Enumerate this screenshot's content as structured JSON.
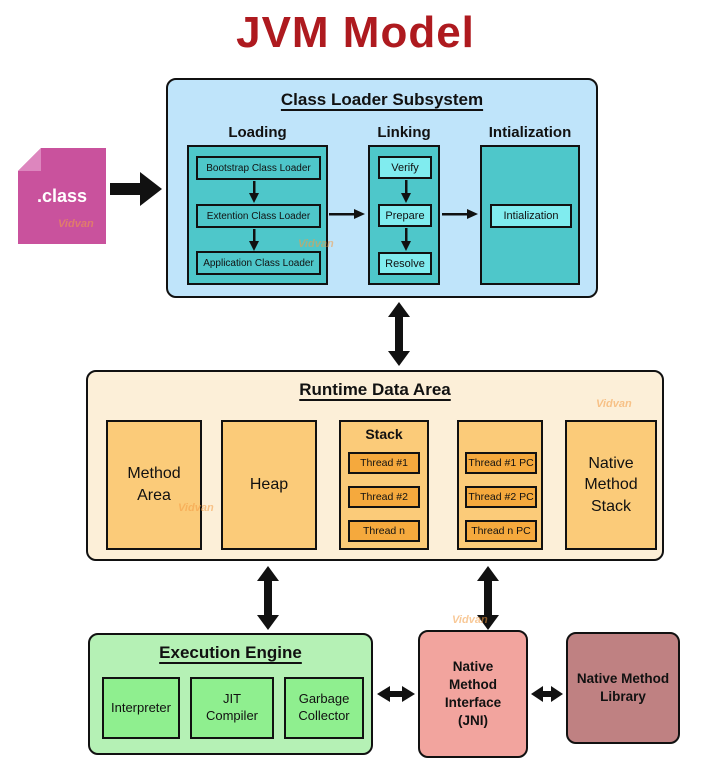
{
  "page": {
    "title": "JVM Model"
  },
  "class_file": {
    "label": ".class"
  },
  "class_loader": {
    "title": "Class Loader Subsystem",
    "loading": {
      "label": "Loading",
      "items": [
        "Bootstrap Class Loader",
        "Extention Class Loader",
        "Application Class Loader"
      ]
    },
    "linking": {
      "label": "Linking",
      "items": [
        "Verify",
        "Prepare",
        "Resolve"
      ]
    },
    "initialization": {
      "label": "Intialization",
      "items": [
        "Intialization"
      ]
    }
  },
  "runtime_data_area": {
    "title": "Runtime Data Area",
    "method_area": "Method Area",
    "heap": "Heap",
    "stack": {
      "title": "Stack",
      "items": [
        "Thread #1",
        "Thread #2",
        "Thread n"
      ]
    },
    "pc_registers": {
      "items": [
        "Thread #1 PC",
        "Thread #2 PC",
        "Thread n PC"
      ]
    },
    "native_method_stack": "Native Method Stack"
  },
  "execution_engine": {
    "title": "Execution Engine",
    "items": [
      "Interpreter",
      "JIT Compiler",
      "Garbage Collector"
    ]
  },
  "native_method_interface": {
    "label": "Native Method Interface (JNI)"
  },
  "native_method_library": {
    "label": "Native Method Library"
  },
  "watermark": {
    "text": "Vidvan"
  },
  "colors": {
    "title_red": "#AE1A1F",
    "class_file_pink": "#C9529D",
    "loader_blue": "#BFE4FA",
    "teal_panel": "#4EC7CA",
    "cyan_cell": "#80ECEF",
    "runtime_cream": "#FCEFD8",
    "orange_cell": "#FBCB79",
    "orange_item": "#F5A93D",
    "engine_green": "#B5F1B5",
    "engine_item_green": "#8FEF8F",
    "jni_salmon": "#F2A49E",
    "library_mauve": "#BF8182",
    "arrow_black": "#111111"
  }
}
